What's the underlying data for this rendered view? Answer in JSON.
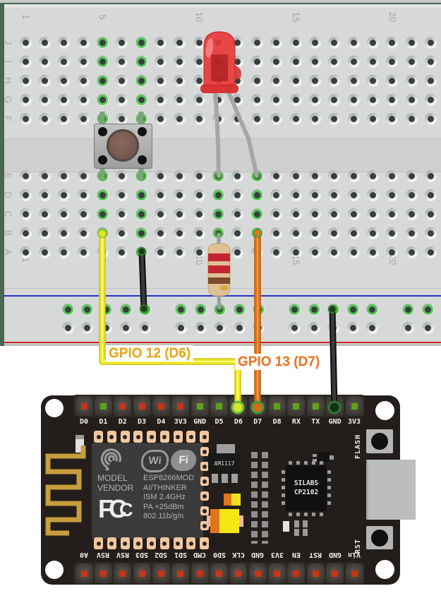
{
  "gpio_labels": [
    {
      "text": "GPIO 12 (D6)",
      "color": "#e9a812"
    },
    {
      "text": "GPIO 13 (D7)",
      "color": "#ee7421"
    }
  ],
  "breadboard": {
    "column_numbers": [
      {
        "n": "1",
        "col": 0
      },
      {
        "n": "5",
        "col": 4
      },
      {
        "n": "10",
        "col": 9
      },
      {
        "n": "15",
        "col": 14
      },
      {
        "n": "20",
        "col": 19
      }
    ],
    "rows_top": [
      "J",
      "I",
      "H",
      "G",
      "F"
    ],
    "rows_bottom": [
      "E",
      "D",
      "C",
      "B",
      "A"
    ],
    "columns_visible": 22
  },
  "connections": {
    "ring": [
      "J5",
      "I5",
      "H5",
      "G5",
      "D5",
      "C5",
      "J7",
      "I7",
      "H7",
      "G7",
      "D7",
      "C7",
      "B7",
      "D11",
      "C11",
      "D13",
      "C13"
    ],
    "lead": [
      "F5",
      "E5",
      "B5",
      "F7",
      "E7",
      "A7",
      "E11",
      "B11",
      "E13",
      "B13"
    ],
    "rail_lead_x": [
      204,
      311,
      471
    ]
  },
  "components": {
    "button": "push-button",
    "led": "red-led",
    "resistor_bands": [
      "red",
      "red",
      "brown",
      "gold"
    ],
    "wires": [
      "yellow",
      "orange",
      "black",
      "black"
    ]
  },
  "nodemcu": {
    "top_pins": [
      {
        "label": "D0",
        "dot": "red"
      },
      {
        "label": "D1",
        "dot": "green"
      },
      {
        "label": "D2",
        "dot": "red"
      },
      {
        "label": "D3",
        "dot": "red"
      },
      {
        "label": "D4",
        "dot": "red"
      },
      {
        "label": "3V3",
        "dot": "red"
      },
      {
        "label": "GND",
        "dot": "green"
      },
      {
        "label": "D5",
        "dot": "green"
      },
      {
        "label": "D6",
        "dot": "wire"
      },
      {
        "label": "D7",
        "dot": "wire"
      },
      {
        "label": "D8",
        "dot": "green"
      },
      {
        "label": "RX",
        "dot": "green"
      },
      {
        "label": "TX",
        "dot": "green"
      },
      {
        "label": "GND",
        "dot": "wire"
      },
      {
        "label": "3V3",
        "dot": "green"
      }
    ],
    "bottom_pins": [
      "A0",
      "RSV",
      "RSV",
      "SD3",
      "SD2",
      "SD1",
      "CMD",
      "SD0",
      "CLK",
      "GND",
      "3V3",
      "EN",
      "RST",
      "GND",
      "Vin"
    ],
    "module": {
      "brand_lines": [
        "MODEL",
        "VENDOR"
      ],
      "spec_lines": [
        "ESP8266MOD",
        "AI/THINKER",
        "ISM 2.4GHz",
        "PA +25dBm",
        "802.11b/g/n"
      ],
      "wifi_logo": [
        "Wi",
        "Fi"
      ],
      "fcc_chars": [
        "F",
        "C",
        "C"
      ]
    },
    "regulator": "AM1117",
    "usb_chip": [
      "SILABS",
      "CP2102"
    ],
    "flash_button": "FLASH",
    "reset_button": "RST"
  },
  "colors": {
    "wire_yellow": "#f2ea25",
    "wire_orange": "#e2761b",
    "wire_black": "#2d2d2d",
    "net_highlight": "#58c658",
    "rail_blue": "#2333cc",
    "rail_red": "#cc2525",
    "board": "#231e1b",
    "breadboard": "#d7d8d8"
  }
}
